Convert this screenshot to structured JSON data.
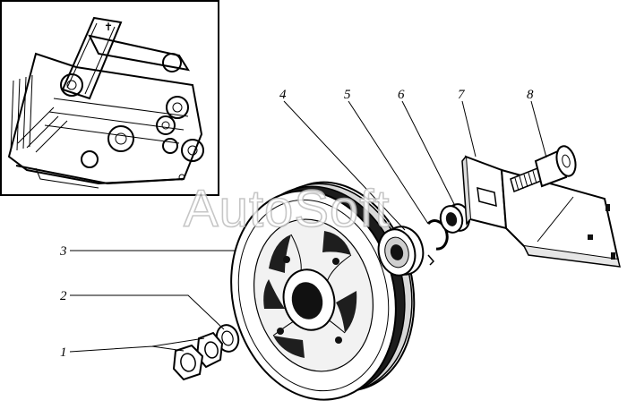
{
  "watermark": "AutoSoft",
  "callouts": [
    {
      "id": "callout-1",
      "label": "1"
    },
    {
      "id": "callout-2",
      "label": "2"
    },
    {
      "id": "callout-3",
      "label": "3"
    },
    {
      "id": "callout-4",
      "label": "4"
    },
    {
      "id": "callout-5",
      "label": "5"
    },
    {
      "id": "callout-6",
      "label": "6"
    },
    {
      "id": "callout-7",
      "label": "7"
    },
    {
      "id": "callout-8",
      "label": "8"
    }
  ]
}
